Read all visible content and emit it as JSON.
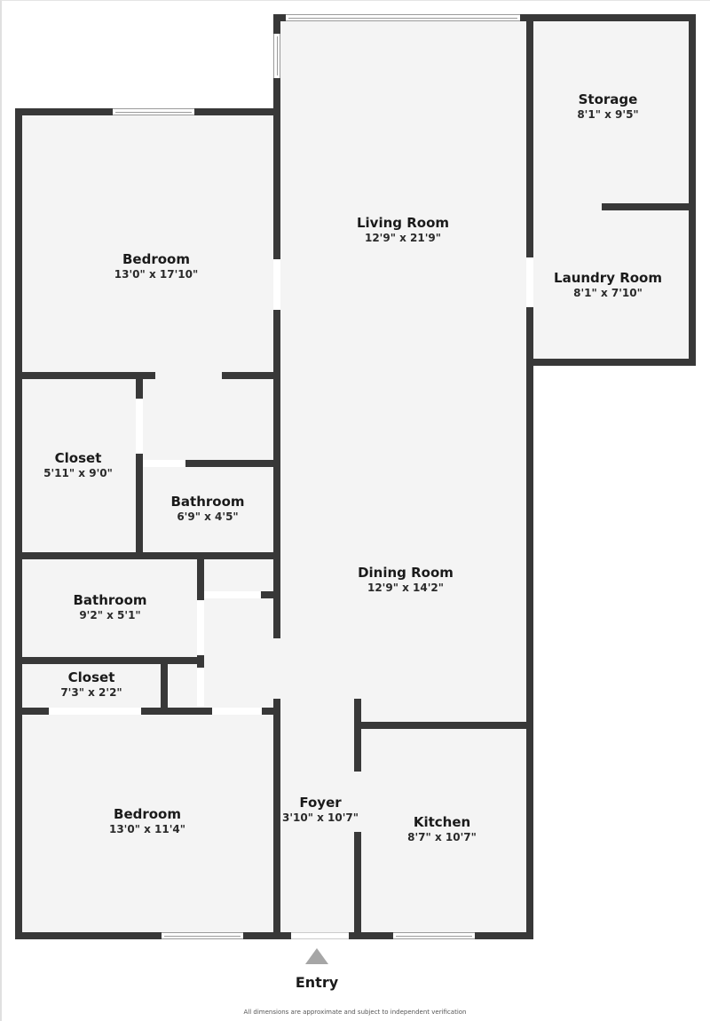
{
  "floorplan": {
    "rooms": [
      {
        "id": "bedroom-1",
        "name": "Bedroom",
        "dimensions": "13'0\" x 17'10\""
      },
      {
        "id": "living-room",
        "name": "Living Room",
        "dimensions": "12'9\" x 21'9\""
      },
      {
        "id": "storage",
        "name": "Storage",
        "dimensions": "8'1\" x 9'5\""
      },
      {
        "id": "laundry-room",
        "name": "Laundry Room",
        "dimensions": "8'1\" x 7'10\""
      },
      {
        "id": "closet-1",
        "name": "Closet",
        "dimensions": "5'11\" x 9'0\""
      },
      {
        "id": "bathroom-1",
        "name": "Bathroom",
        "dimensions": "6'9\" x 4'5\""
      },
      {
        "id": "dining-room",
        "name": "Dining Room",
        "dimensions": "12'9\" x 14'2\""
      },
      {
        "id": "bathroom-2",
        "name": "Bathroom",
        "dimensions": "9'2\" x 5'1\""
      },
      {
        "id": "closet-2",
        "name": "Closet",
        "dimensions": "7'3\" x 2'2\""
      },
      {
        "id": "bedroom-2",
        "name": "Bedroom",
        "dimensions": "13'0\" x 11'4\""
      },
      {
        "id": "foyer",
        "name": "Foyer",
        "dimensions": "3'10\" x 10'7\""
      },
      {
        "id": "kitchen",
        "name": "Kitchen",
        "dimensions": "8'7\" x 10'7\""
      }
    ],
    "entry": {
      "label": "Entry",
      "icon": "triangle-up-arrow"
    },
    "disclaimer": "All dimensions are approximate and subject to independent verification",
    "colors": {
      "wall": "#383838",
      "floor": "#f4f4f4",
      "window_frame": "#9a9a9a",
      "entry_arrow": "#a6a6a6"
    }
  }
}
